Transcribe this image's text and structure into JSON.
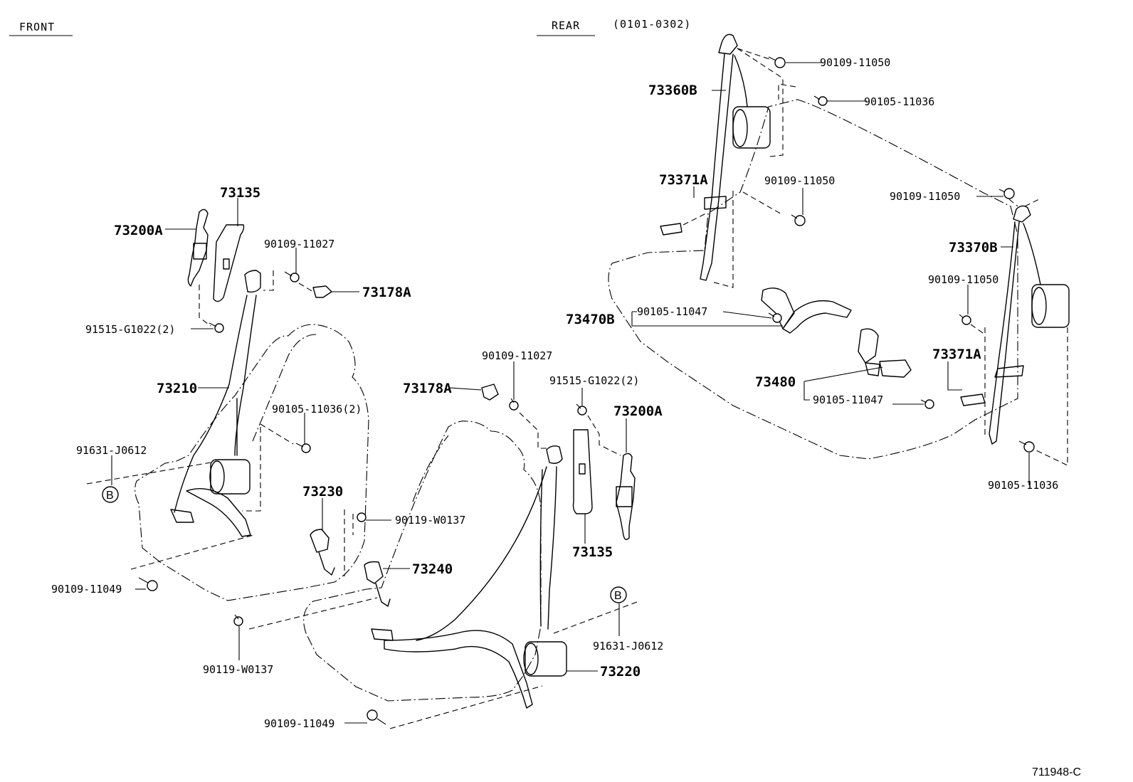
{
  "headers": {
    "front": "FRONT",
    "rear": "REAR",
    "rear_range": "(0101-0302)"
  },
  "labels": {
    "l73135_a": "73135",
    "l73200a_a": "73200A",
    "l90109_11027_a": "90109-11027",
    "l73178a_a": "73178A",
    "l91515_a": "91515-G1022(2)",
    "l73210": "73210",
    "l90105_11036_2": "90105-11036(2)",
    "l91631_a": "91631-J0612",
    "b_left": "B",
    "l73230": "73230",
    "l90119_w0137_a": "90119-W0137",
    "l73240": "73240",
    "l90109_11049_a": "90109-11049",
    "l90119_w0137_b": "90119-W0137",
    "l90109_11027_b": "90109-11027",
    "l73178a_b": "73178A",
    "l91515_b": "91515-G1022(2)",
    "l73200a_b": "73200A",
    "l73135_b": "73135",
    "b_right": "B",
    "l91631_b": "91631-J0612",
    "l73220": "73220",
    "l90109_11049_b": "90109-11049",
    "l90109_11050_a": "90109-11050",
    "l73360b": "73360B",
    "l90105_11036_a": "90105-11036",
    "l73371a_a": "73371A",
    "l90109_11050_b": "90109-11050",
    "l90109_11050_c": "90109-11050",
    "l73370b": "73370B",
    "l90109_11050_d": "90109-11050",
    "l73470b": "73470B",
    "l90105_11047_a": "90105-11047",
    "l73371a_b": "73371A",
    "l73480": "73480",
    "l90105_11047_b": "90105-11047",
    "l90105_11036_b": "90105-11036",
    "figure_id": "711948-C"
  }
}
